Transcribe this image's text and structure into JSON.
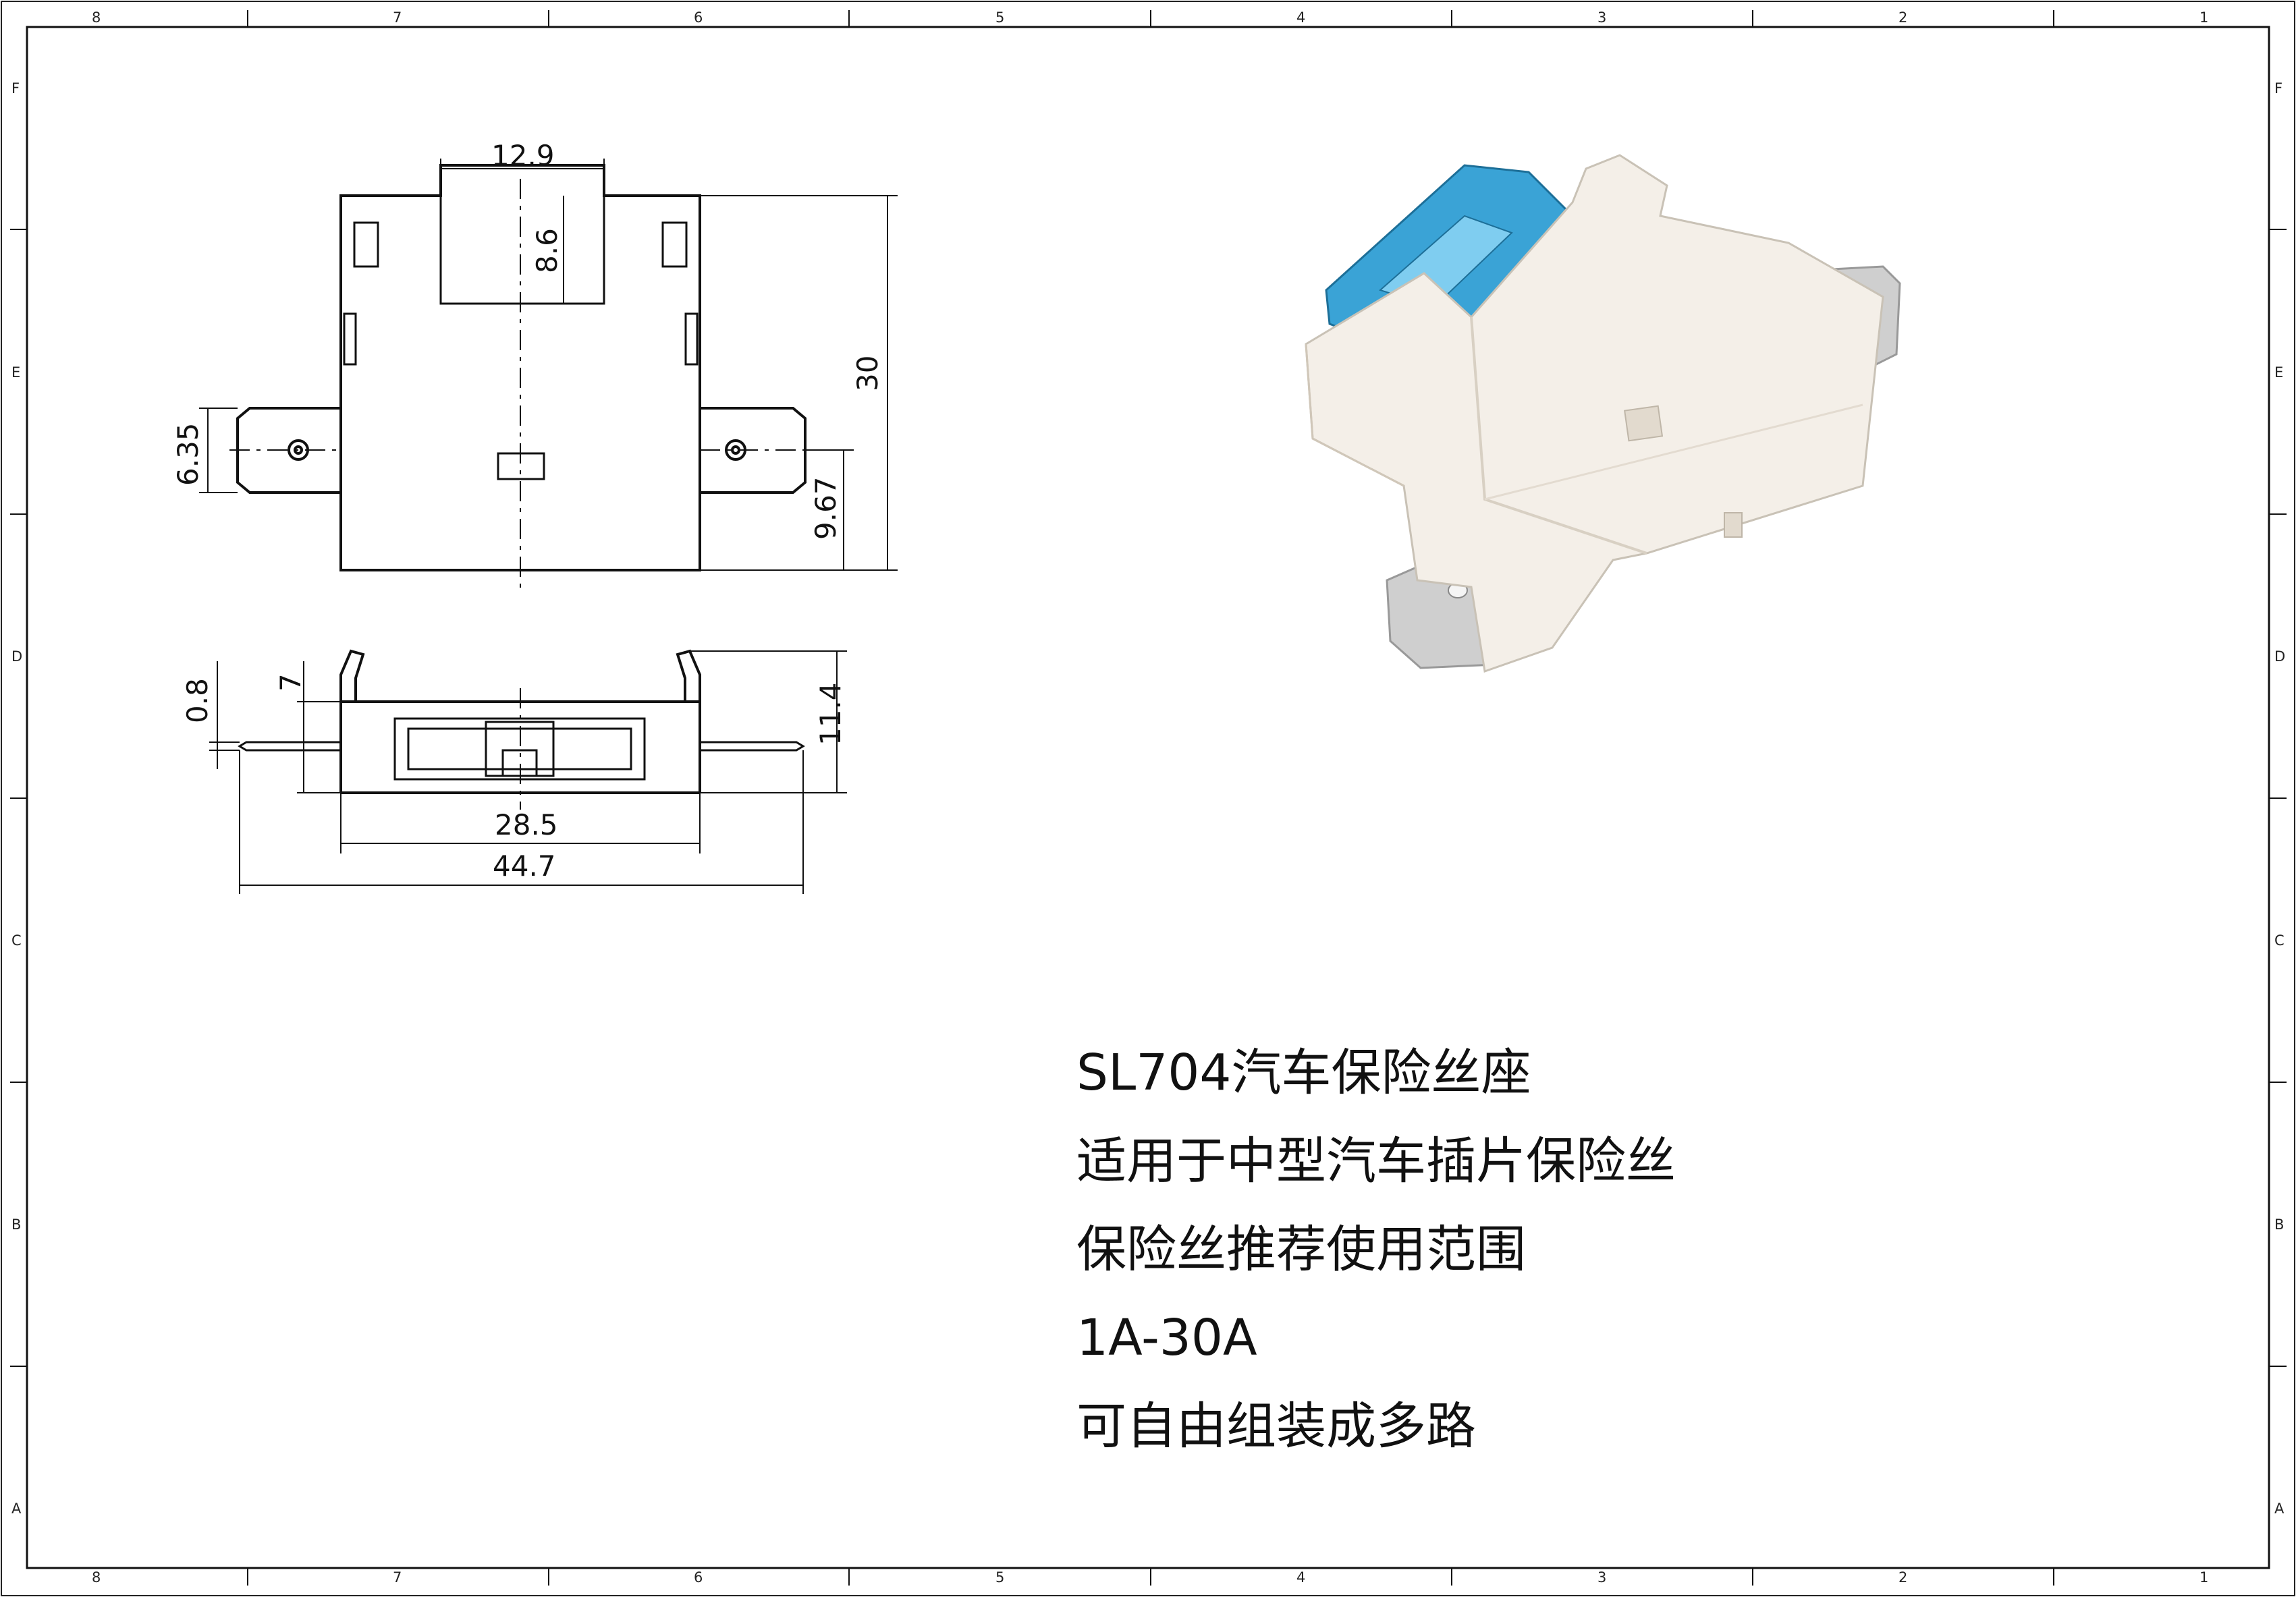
{
  "border": {
    "top_columns": [
      "8",
      "7",
      "6",
      "5",
      "4",
      "3",
      "2",
      "1"
    ],
    "bottom_columns": [
      "8",
      "7",
      "6",
      "5",
      "4",
      "3",
      "2",
      "1"
    ],
    "left_rows": [
      "F",
      "E",
      "D",
      "C",
      "B",
      "A"
    ],
    "right_rows": [
      "F",
      "E",
      "D",
      "C",
      "B",
      "A"
    ]
  },
  "top_view": {
    "dims": {
      "top_width": "12.9",
      "slot_depth": "8.6",
      "height": "30",
      "tab_width": "6.35",
      "tab_offset": "9.67"
    }
  },
  "side_view": {
    "dims": {
      "thickness": "0.8",
      "clip_height": "7",
      "total_height": "11.4",
      "body_width": "28.5",
      "overall_width": "44.7"
    }
  },
  "description": {
    "lines": [
      "SL704汽车保险丝座",
      "适用于中型汽车插片保险丝",
      "保险丝推荐使用范围",
      "1A-30A",
      "可自由组装成多路"
    ]
  },
  "colors": {
    "line": "#111111",
    "housing": "#f4efe8",
    "fuse": "#3aa3d6",
    "terminal": "#c9c9c9"
  }
}
